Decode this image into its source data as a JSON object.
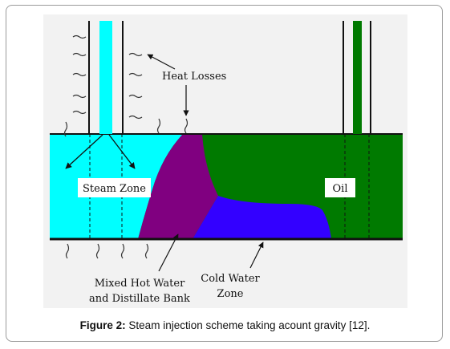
{
  "diagram": {
    "labels": {
      "heat_losses": "Heat Losses",
      "steam_zone": "Steam Zone",
      "oil": "Oil",
      "mixed_line1": "Mixed Hot Water",
      "mixed_line2": "and Distillate Bank",
      "cold_line1": "Cold Water",
      "cold_line2": "Zone"
    },
    "colors": {
      "steam": "#00ffff",
      "mixed": "#800080",
      "cold_water": "#3300ff",
      "oil": "#007a00",
      "panel": "#f2f2f2"
    }
  },
  "caption": {
    "label": "Figure 2:",
    "text": " Steam injection scheme taking acount gravity [12]."
  }
}
